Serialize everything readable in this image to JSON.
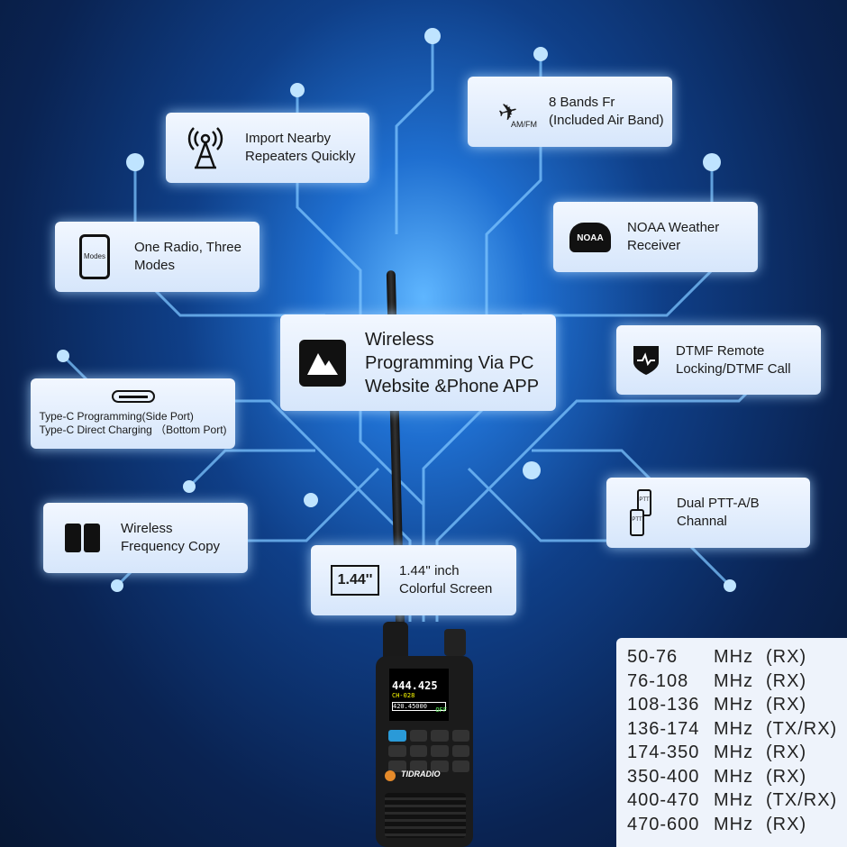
{
  "features": [
    {
      "id": "repeaters",
      "icon": "antenna-tower-icon",
      "lines": [
        "Import Nearby",
        "Repeaters Quickly"
      ]
    },
    {
      "id": "bands",
      "icon": "airplane-icon",
      "icon_label": "AM/FM",
      "lines": [
        "8 Bands Fr",
        "(Included Air Band)"
      ]
    },
    {
      "id": "modes",
      "icon": "radio-modes-icon",
      "icon_label": "Modes",
      "lines": [
        "One Radio, Three",
        "Modes"
      ]
    },
    {
      "id": "noaa",
      "icon": "noaa-cloud-icon",
      "icon_label": "NOAA",
      "lines": [
        "NOAA Weather",
        "Receiver"
      ]
    },
    {
      "id": "programming",
      "icon": "app-logo-icon",
      "lines": [
        "Wireless",
        "Programming Via PC",
        "Website &Phone APP"
      ]
    },
    {
      "id": "dtmf",
      "icon": "shield-pulse-icon",
      "lines": [
        "DTMF Remote",
        "Locking/DTMF Call"
      ]
    },
    {
      "id": "typec",
      "icon": "usb-c-port-icon",
      "lines": [
        "Type-C Programming(Side Port)",
        "Type-C Direct Charging （Bottom Port)"
      ]
    },
    {
      "id": "ptt",
      "icon": "dual-ptt-icon",
      "icon_label": "PTT",
      "lines": [
        "Dual PTT-A/B",
        "Channal"
      ]
    },
    {
      "id": "copy",
      "icon": "two-radios-icon",
      "lines": [
        "Wireless",
        "Frequency Copy"
      ]
    },
    {
      "id": "screen",
      "icon": "screen-size-icon",
      "icon_label": "1.44''",
      "lines": [
        "1.44'' inch",
        "Colorful Screen"
      ]
    }
  ],
  "frequencies": [
    {
      "range": "50-76",
      "unit": "MHz",
      "mode": "(RX)"
    },
    {
      "range": "76-108",
      "unit": "MHz",
      "mode": "(RX)"
    },
    {
      "range": "108-136",
      "unit": "MHz",
      "mode": "(RX)"
    },
    {
      "range": "136-174",
      "unit": "MHz",
      "mode": "(TX/RX)"
    },
    {
      "range": "174-350",
      "unit": "MHz",
      "mode": "(RX)"
    },
    {
      "range": "350-400",
      "unit": "MHz",
      "mode": "(RX)"
    },
    {
      "range": "400-470",
      "unit": "MHz",
      "mode": "(TX/RX)"
    },
    {
      "range": "470-600",
      "unit": "MHz",
      "mode": "(RX)"
    }
  ],
  "radio": {
    "brand": "TIDRADIO",
    "frequency": "444.425",
    "channel": "CH-028",
    "sub_frequency": "420.45000",
    "status": "OFF"
  },
  "colors": {
    "background": "#0a2352",
    "glow": "#5fb6ff",
    "card": "#e4eefc"
  }
}
